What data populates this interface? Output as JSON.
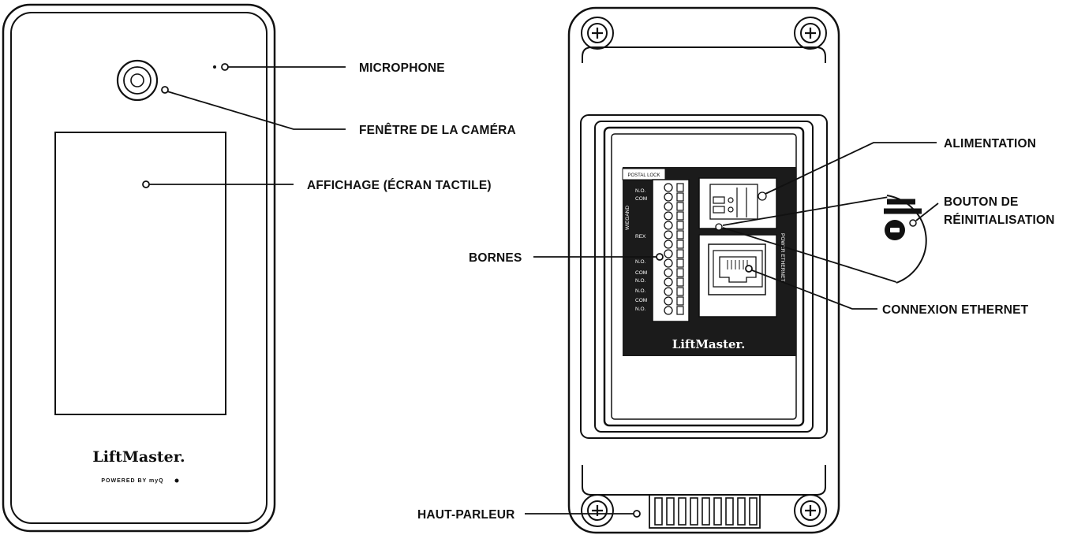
{
  "callouts": {
    "microphone": "MICROPHONE",
    "camera_window": "FENÊTRE DE LA CAMÉRA",
    "display": "AFFICHAGE (ÉCRAN TACTILE)",
    "power": "ALIMENTATION",
    "reset_line1": "BOUTON DE",
    "reset_line2": "RÉINITIALISATION",
    "terminals": "BORNES",
    "ethernet": "CONNEXION ETHERNET",
    "speaker": "HAUT-PARLEUR"
  },
  "front": {
    "brand": "LiftMaster.",
    "powered_by": "POWERED BY myQ"
  },
  "back": {
    "brand": "LiftMaster.",
    "terminal_labels": {
      "postal_lock": "POSTAL LOCK",
      "a": "N.O.",
      "b": "COM",
      "c": "WIEGAND",
      "d": "REX",
      "e": "N.O.",
      "f": "COM",
      "g": "N.O.",
      "h": "N.O.",
      "i": "COM",
      "j": "N.O."
    },
    "side_label": "POWER ETHERNET"
  },
  "colors": {
    "ink": "#111111",
    "panel": "#1b1b1b",
    "paper": "#ffffff"
  }
}
